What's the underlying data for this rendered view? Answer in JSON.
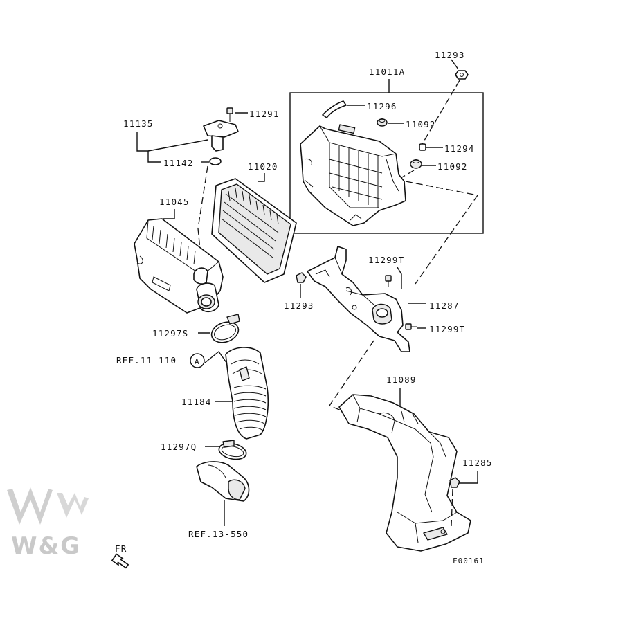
{
  "labels": {
    "p11293_top": "11293",
    "p11011A": "11011A",
    "p11296": "11296",
    "p11092a": "11092",
    "p11294": "11294",
    "p11092b": "11092",
    "p11135": "11135",
    "p11291": "11291",
    "p11142": "11142",
    "p11020": "11020",
    "p11045": "11045",
    "p11299T_a": "11299T",
    "p11293": "11293",
    "p11287": "11287",
    "p11299T_b": "11299T",
    "p11297S": "11297S",
    "ref_11_110": "REF.11-110",
    "circle_A": "A",
    "p11089": "11089",
    "p11184": "11184",
    "p11297Q": "11297Q",
    "p11285": "11285",
    "ref_13_550": "REF.13-550",
    "fr": "FR",
    "fig_code": "F00161"
  },
  "watermark": {
    "text": "W&G",
    "color": "#c9c9c9"
  },
  "colors": {
    "line": "#111111",
    "background": "#ffffff"
  }
}
